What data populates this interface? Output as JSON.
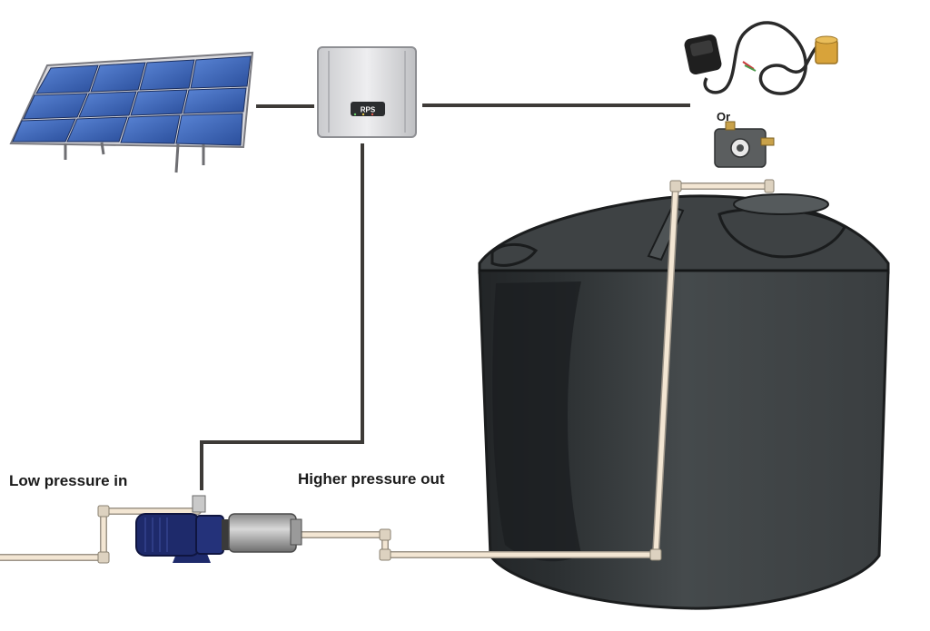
{
  "labels": {
    "low_pressure_in": "Low pressure in",
    "higher_pressure_out": "Higher pressure out",
    "or": "Or"
  },
  "controller": {
    "brand": "RPS"
  },
  "colors": {
    "cable": "#3d3a37",
    "pipe": "#f3e6d3",
    "pipe_edge": "#9c9488",
    "tank": "#3f4345",
    "tank_highlight": "#1e2123",
    "panel_cell": "#3a63b8",
    "pump_motor": "#1e2a6b",
    "controller_body": "#d9d9dc"
  }
}
